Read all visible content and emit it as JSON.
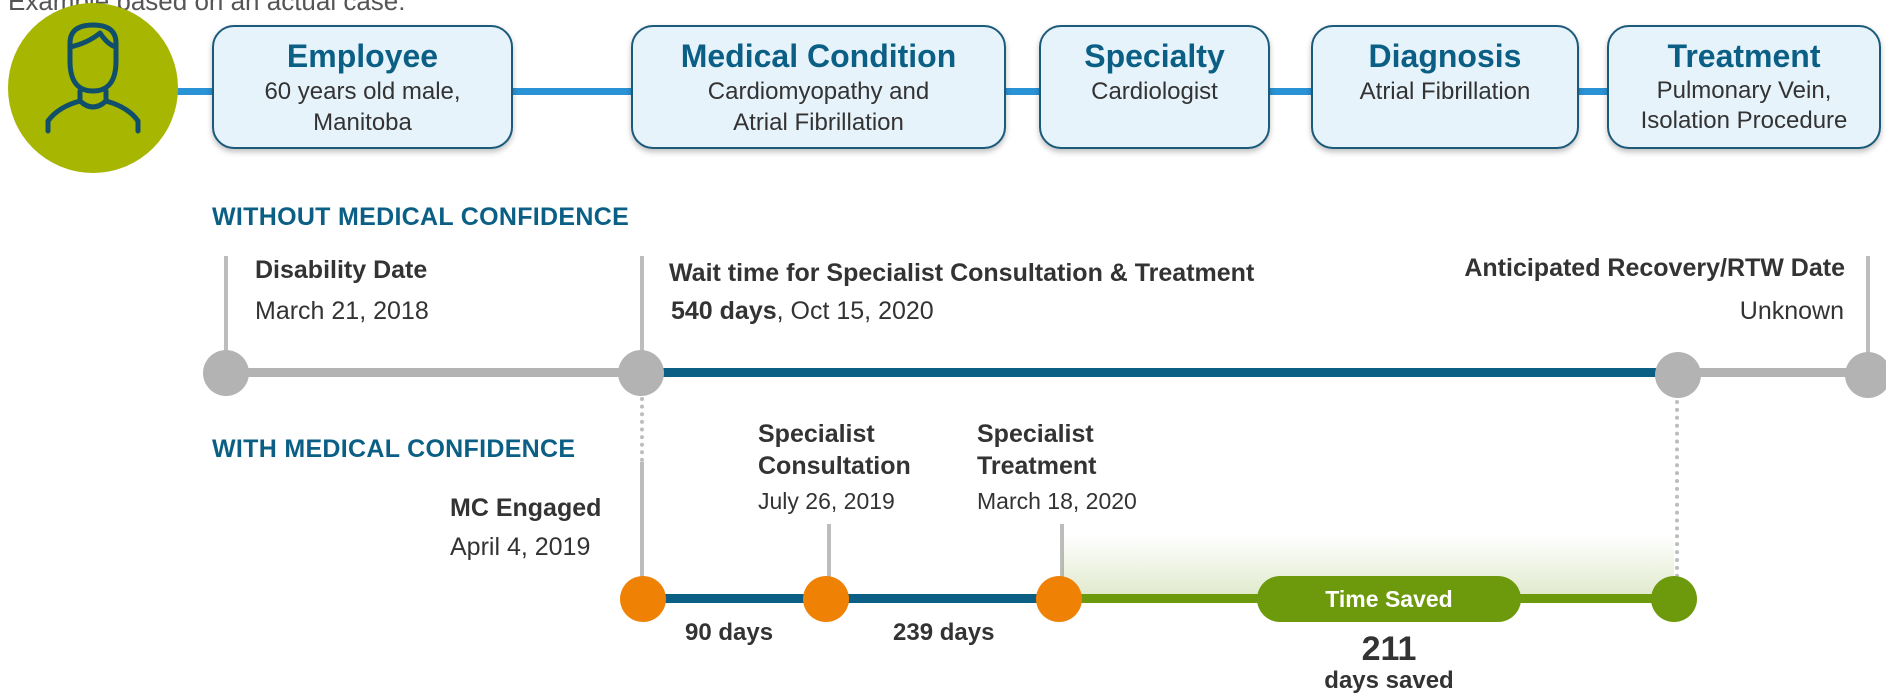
{
  "top_note": "Example based on an actual case:",
  "profile": {
    "cards": [
      {
        "title": "Employee",
        "lines": [
          "60 years old male,",
          "Manitoba"
        ]
      },
      {
        "title": "Medical Condition",
        "lines": [
          "Cardiomyopathy and",
          "Atrial Fibrillation"
        ]
      },
      {
        "title": "Specialty",
        "lines": [
          "Cardiologist"
        ]
      },
      {
        "title": "Diagnosis",
        "lines": [
          "Atrial Fibrillation"
        ]
      },
      {
        "title": "Treatment",
        "lines": [
          "Pulmonary Vein,",
          "Isolation Procedure"
        ]
      }
    ]
  },
  "without": {
    "heading": "WITHOUT MEDICAL CONFIDENCE",
    "disability": {
      "label": "Disability Date",
      "date": "March 21, 2018"
    },
    "wait": {
      "label": "Wait time for Specialist Consultation & Treatment",
      "days": "540 days",
      "date": ", Oct 15, 2020"
    },
    "recovery": {
      "label": "Anticipated Recovery/RTW Date",
      "value": "Unknown"
    }
  },
  "with": {
    "heading": "WITH MEDICAL CONFIDENCE",
    "engaged": {
      "label": "MC Engaged",
      "date": "April 4, 2019"
    },
    "consultation": {
      "label_line1": "Specialist",
      "label_line2": "Consultation",
      "date": "July 26, 2019"
    },
    "treatment": {
      "label_line1": "Specialist",
      "label_line2": "Treatment",
      "date": "March 18, 2020"
    },
    "segment1": "90 days",
    "segment2": "239 days",
    "time_saved_label": "Time Saved",
    "saved_number": "211",
    "saved_label": "days saved"
  },
  "colors": {
    "brand_blue": "#0b5f85",
    "connector_blue": "#2a93d5",
    "card_fill": "#e6f3fb",
    "avatar_green": "#a7b600",
    "milestone_orange": "#ef8205",
    "saved_green": "#6d9a0c",
    "neutral_gray": "#b3b3b3"
  }
}
